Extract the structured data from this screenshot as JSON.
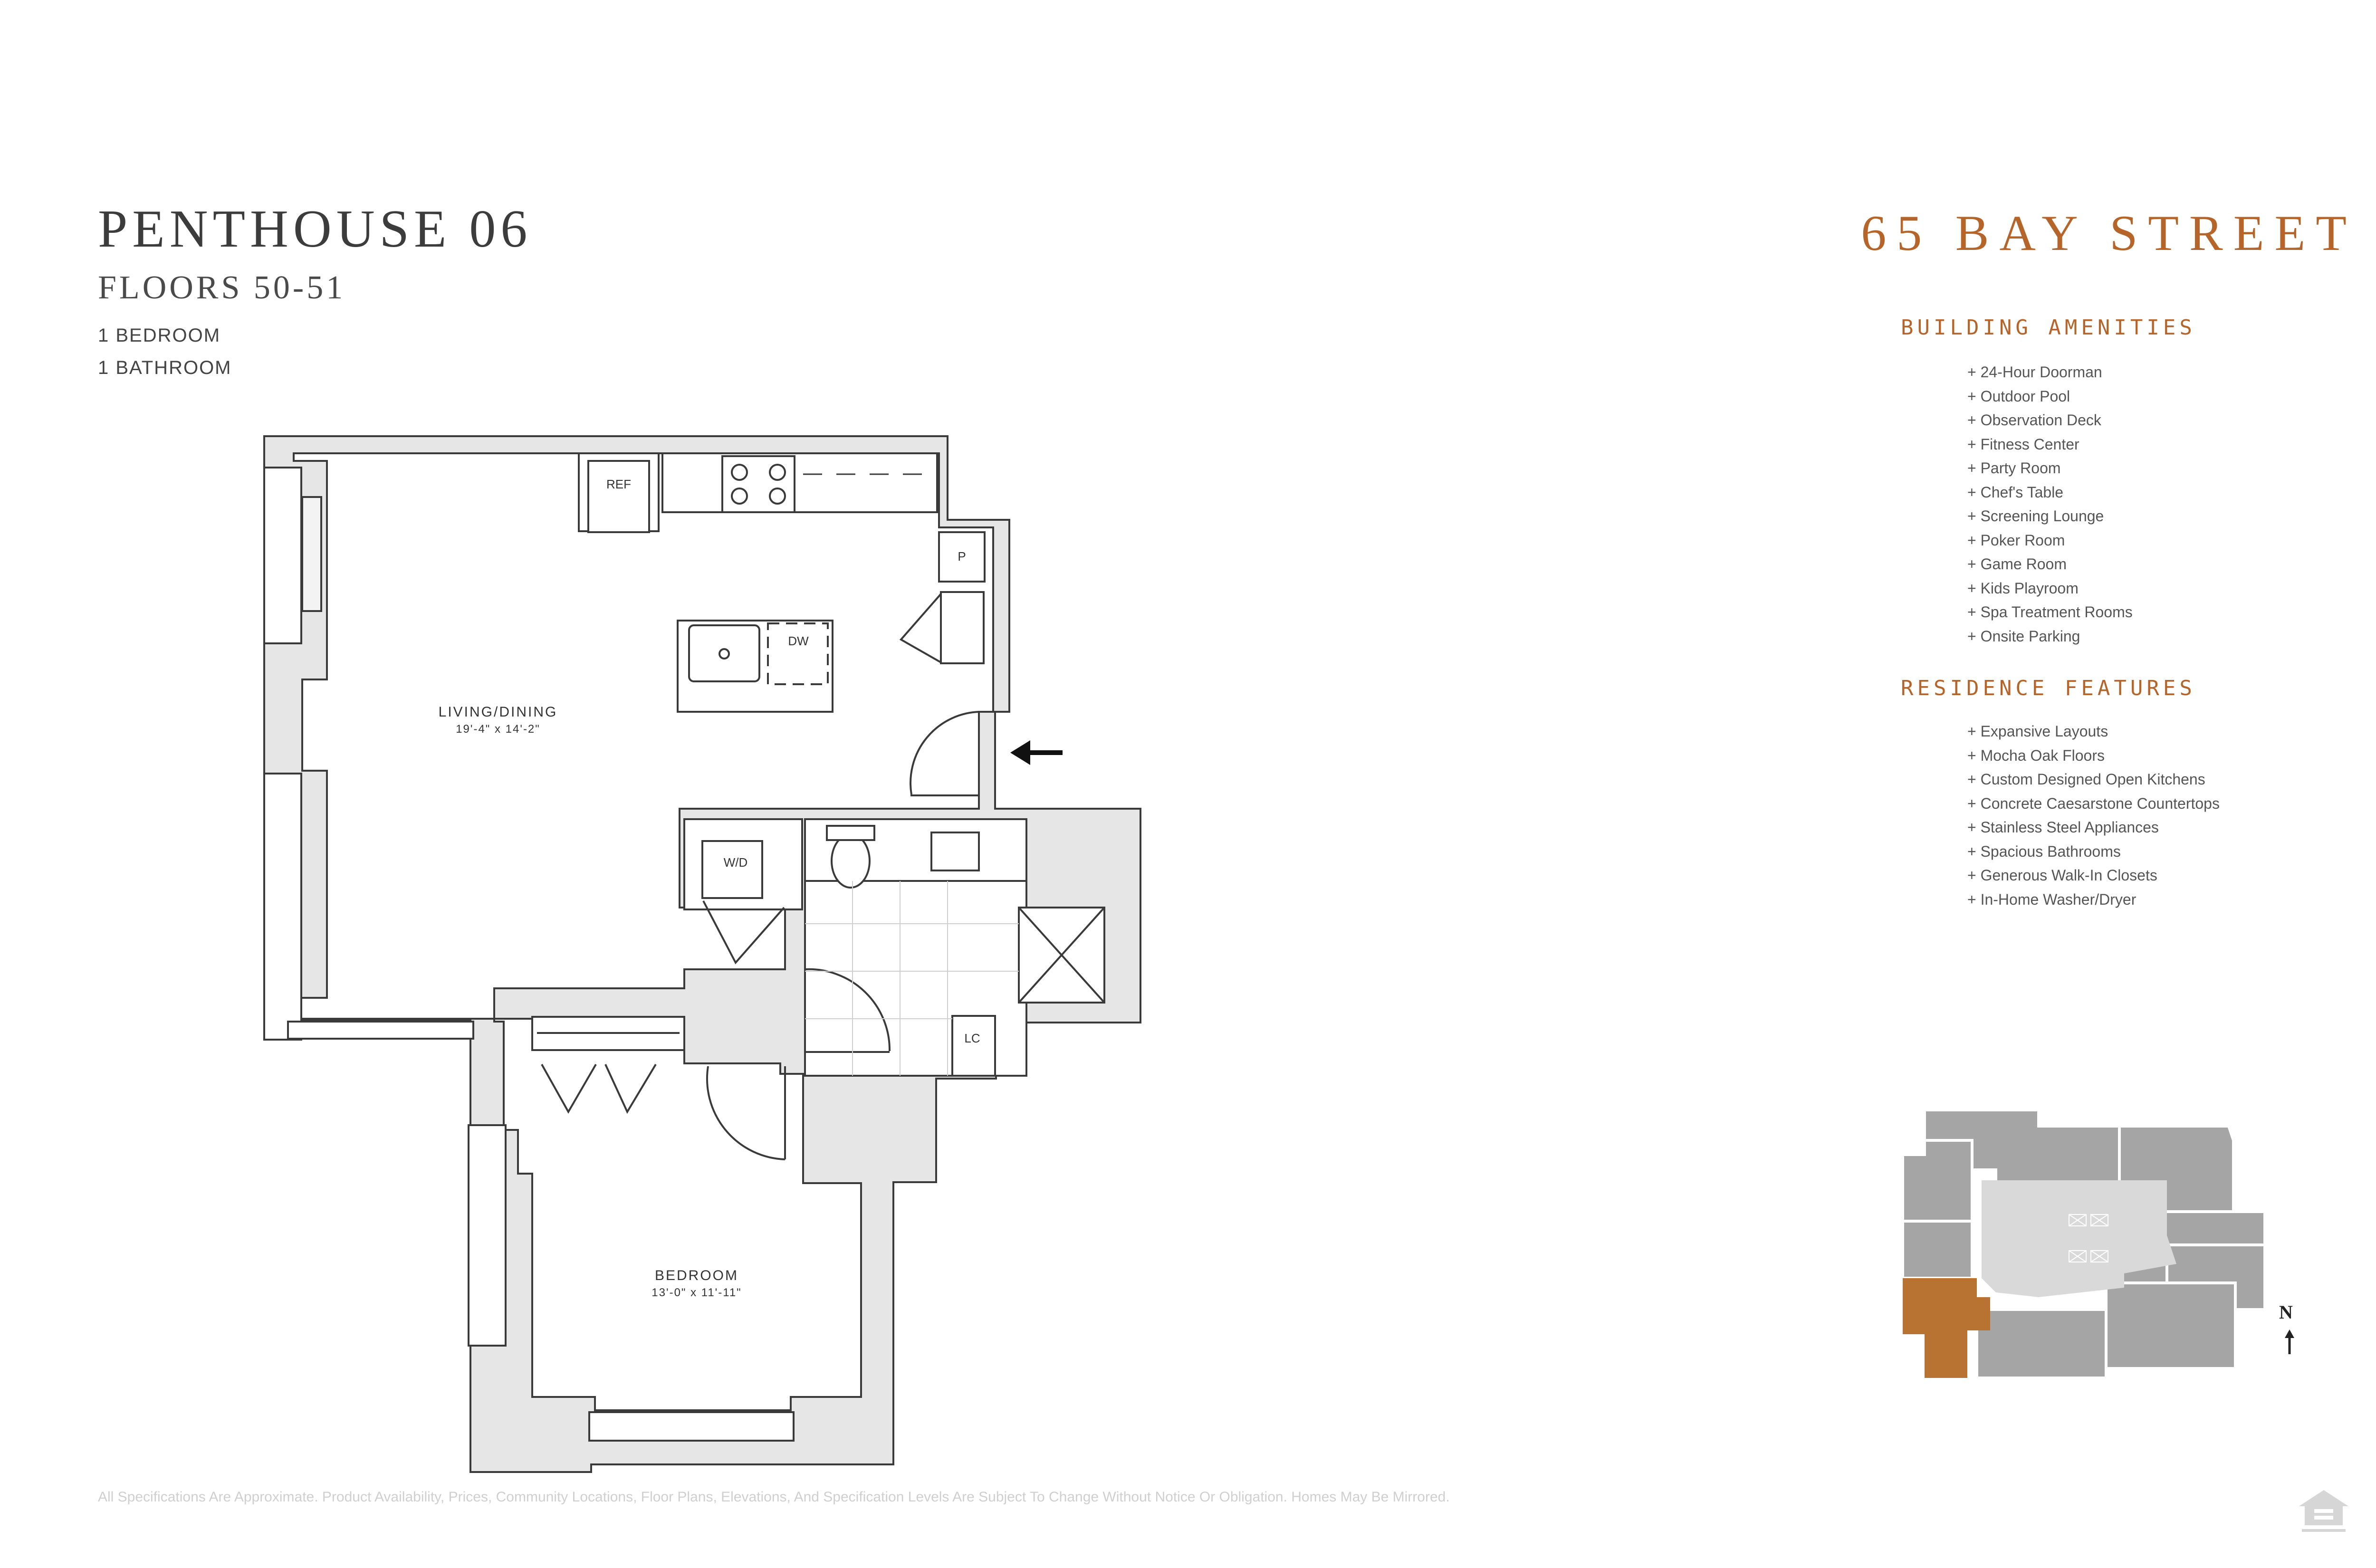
{
  "unit": {
    "title": "PENTHOUSE 06",
    "floors": "FLOORS 50-51",
    "bedrooms": "1 BEDROOM",
    "bathrooms": "1 BATHROOM"
  },
  "building": {
    "name": "65 BAY STREET"
  },
  "amenities": {
    "heading": "BUILDING AMENITIES",
    "items": [
      "+ 24-Hour Doorman",
      "+ Outdoor Pool",
      "+ Observation Deck",
      "+ Fitness Center",
      "+ Party Room",
      "+ Chef's Table",
      "+ Screening Lounge",
      "+ Poker Room",
      "+ Game Room",
      "+ Kids Playroom",
      "+ Spa Treatment Rooms",
      "+ Onsite Parking"
    ]
  },
  "features": {
    "heading": "RESIDENCE FEATURES",
    "items": [
      "+ Expansive Layouts",
      "+ Mocha Oak Floors",
      "+ Custom Designed Open Kitchens",
      "+ Concrete Caesarstone Countertops",
      "+ Stainless Steel Appliances",
      "+ Spacious Bathrooms",
      "+ Generous Walk-In Closets",
      "+ In-Home Washer/Dryer"
    ]
  },
  "floorplan": {
    "living_label": "LIVING/DINING",
    "living_dims": "19'-4\" x 14'-2\"",
    "bedroom_label": "BEDROOM",
    "bedroom_dims": "13'-0\" x 11'-11\"",
    "ref_label": "REF",
    "dw_label": "DW",
    "pantry_label": "P",
    "wd_label": "W/D",
    "lc_label": "LC"
  },
  "key_plan": {
    "north_label": "N",
    "highlight_color": "#b87333",
    "unit_color": "#a5a5a5",
    "core_color": "#d9d9d9"
  },
  "colors": {
    "accent": "#b5652a",
    "wall": "#e6e6e6",
    "line": "#3a3a3a"
  },
  "disclaimer": "All Specifications Are Approximate. Product Availability, Prices, Community Locations, Floor Plans, Elevations, And Specification Levels Are Subject To Change Without Notice Or Obligation. Homes May Be Mirrored."
}
